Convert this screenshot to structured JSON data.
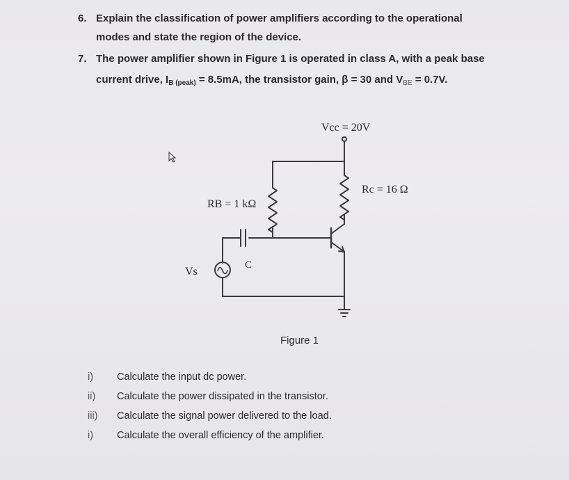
{
  "questions": {
    "q6": {
      "number": "6.",
      "line1": "Explain the classification of power amplifiers according to the operational",
      "line2": "modes and state the region of the device."
    },
    "q7": {
      "number": "7.",
      "line1": "The power amplifier shown in Figure 1 is operated in class A, with a peak base",
      "line2_prefix": "current drive, I",
      "line2_sub": "B (peak)",
      "line2_mid": " = 8.5mA, the transistor gain, β = 30 and V",
      "line2_vsub": "BE",
      "line2_end": " = 0.7V."
    }
  },
  "figure": {
    "vcc_label": "Vcc = 20V",
    "rb_label": "RB = 1 kΩ",
    "rc_label": "Rc = 16 Ω",
    "vs_label": "Vs",
    "c_label": "C",
    "caption": "Figure 1"
  },
  "tasks": [
    {
      "roman": "i)",
      "text": "Calculate the input dc power."
    },
    {
      "roman": "ii)",
      "text": "Calculate the power dissipated in the transistor."
    },
    {
      "roman": "iii)",
      "text": "Calculate the signal power delivered to the load."
    },
    {
      "roman": "i)",
      "text": "Calculate the overall efficiency of the amplifier."
    }
  ]
}
